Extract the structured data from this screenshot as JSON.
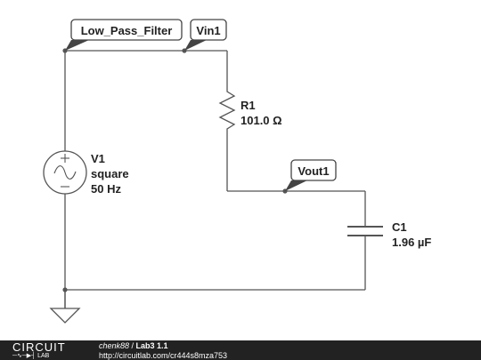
{
  "diagram": {
    "components": {
      "v1": {
        "name": "V1",
        "wave": "square",
        "freq": "50 Hz"
      },
      "r1": {
        "name": "R1",
        "value": "101.0 Ω"
      },
      "c1": {
        "name": "C1",
        "value": "1.96 µF"
      }
    },
    "labels": {
      "low_pass_filter": "Low_Pass_Filter",
      "vin1": "Vin1",
      "vout1": "Vout1"
    }
  },
  "footer": {
    "logo_top": "CIRCUIT",
    "logo_bottom": "LAB",
    "author": "chenk88",
    "separator": " / ",
    "title": "Lab3 1.1",
    "url": "http://circuitlab.com/cr444s8mza753"
  }
}
